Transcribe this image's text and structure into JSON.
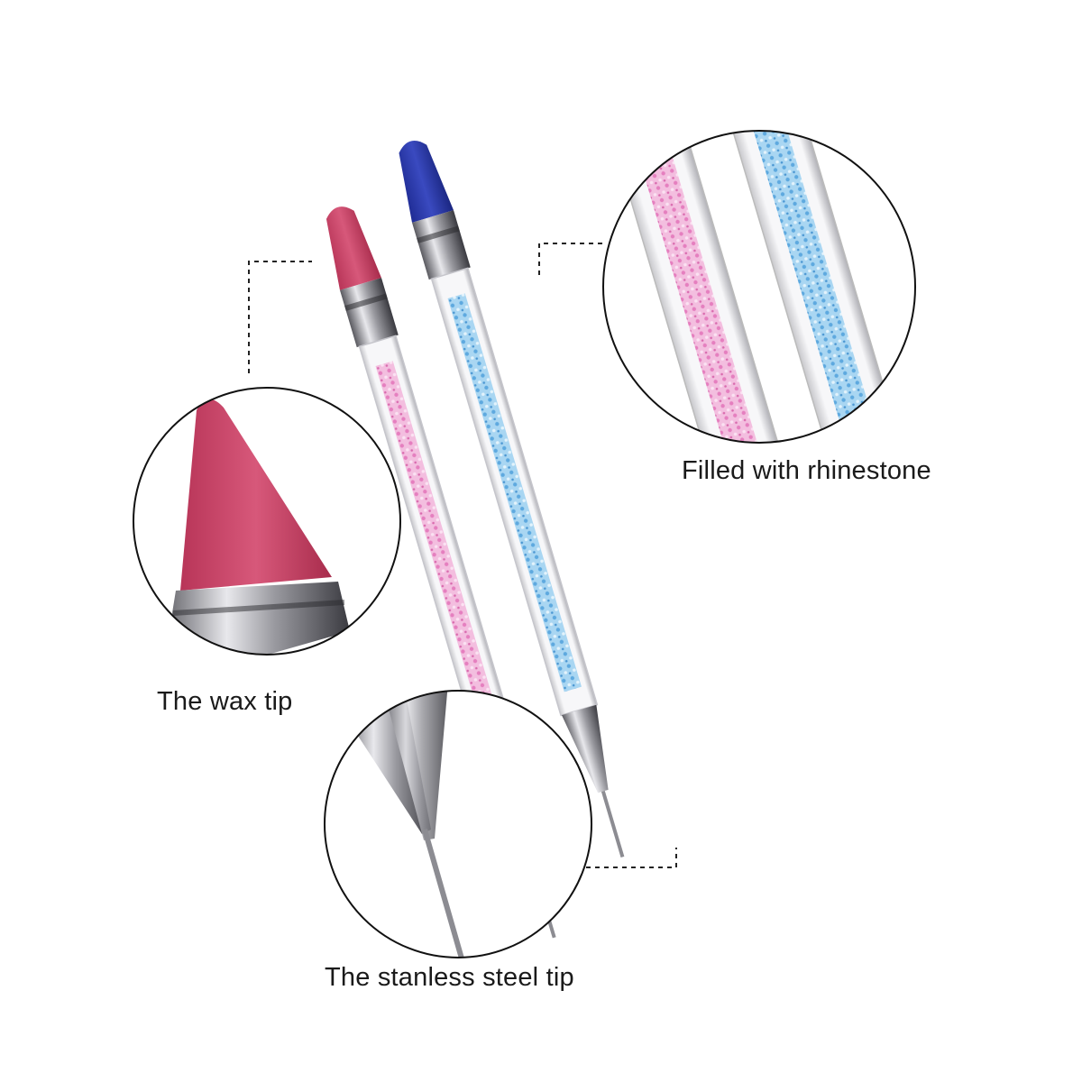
{
  "captions": {
    "wax_tip": "The wax tip",
    "steel_tip": "The stanless steel tip",
    "rhinestone": "Filled with rhinestone"
  },
  "colors": {
    "pink_wax": "#c94a6b",
    "blue_wax": "#2b3aa8",
    "pink_fill": "#f0a9d2",
    "blue_fill": "#8fc6ea",
    "metal": "#b8b8bc",
    "outline": "#111111"
  }
}
